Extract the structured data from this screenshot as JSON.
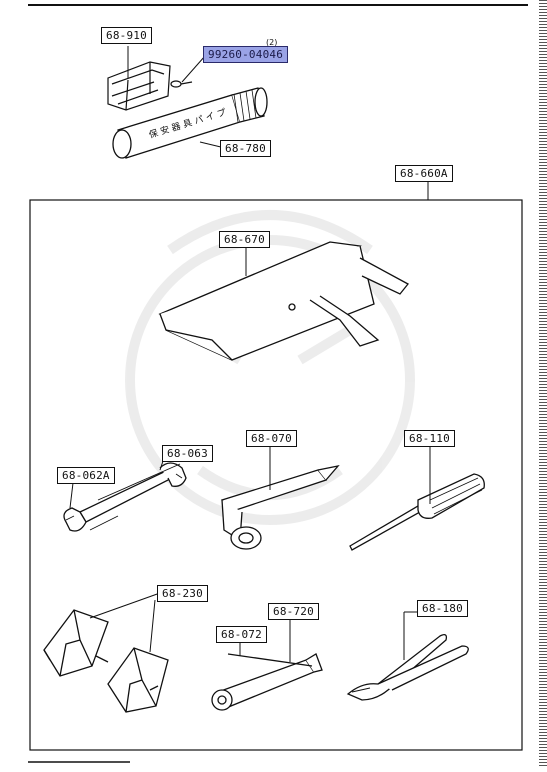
{
  "parts": {
    "p68_910": "68-910",
    "p99260_04046": "99260-04046",
    "p99260_qty": "(2)",
    "p68_780": "68-780",
    "p68_660a": "68-660A",
    "p68_670": "68-670",
    "p68_062a": "68-062A",
    "p68_063": "68-063",
    "p68_070": "68-070",
    "p68_110": "68-110",
    "p68_230": "68-230",
    "p68_720": "68-720",
    "p68_072": "68-072",
    "p68_180": "68-180"
  },
  "highlight_color": "#9aa3e6"
}
